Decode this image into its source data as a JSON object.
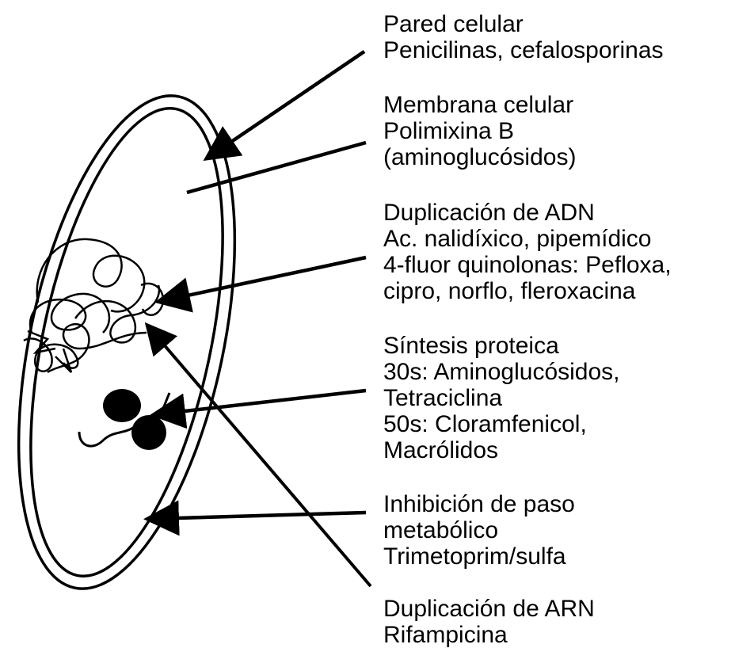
{
  "labels": {
    "cell_wall": [
      "Pared celular",
      "Penicilinas, cefalosporinas"
    ],
    "cell_membrane": [
      "Membrana celular",
      "Polimixina B",
      "(aminoglucósidos)"
    ],
    "dna_duplication": [
      "Duplicación de ADN",
      "Ac. nalidíxico, pipemídico",
      "4-fluor quinolonas: Pefloxa,",
      "cipro, norflo, fleroxacina"
    ],
    "protein_synthesis": [
      "Síntesis proteica",
      "30s: Aminoglucósidos,",
      "Tetraciclina",
      "50s: Cloramfenicol,",
      "Macrólidos"
    ],
    "metabolic_inhibition": [
      "Inhibición de paso",
      "metabólico",
      "Trimetoprim/sulfa"
    ],
    "rna_duplication": [
      "Duplicación de ARN",
      "Rifampicina"
    ]
  },
  "colors": {
    "ink": "#000000",
    "background": "#ffffff"
  }
}
